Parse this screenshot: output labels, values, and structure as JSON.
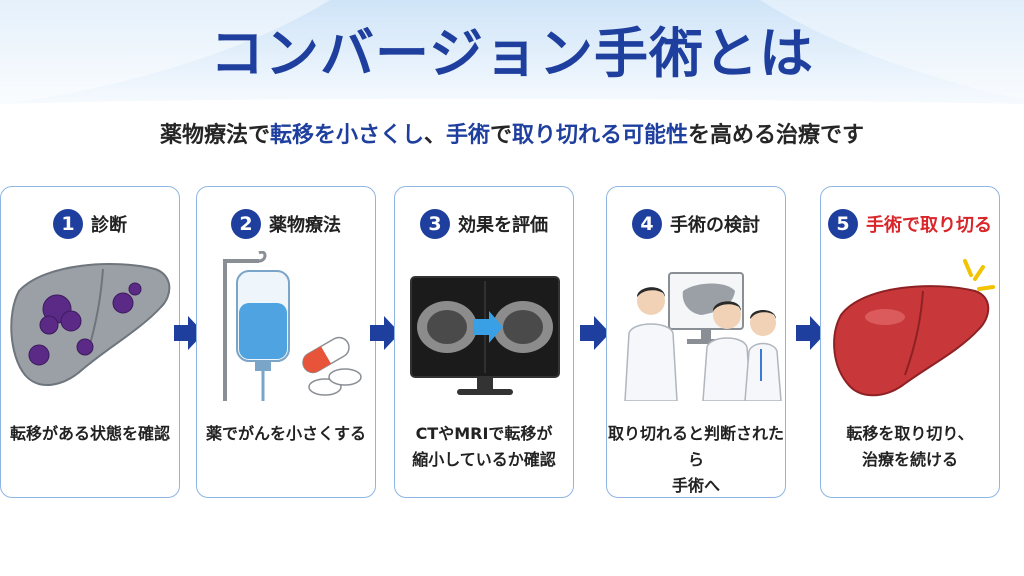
{
  "title": "コンバージョン手術とは",
  "subtitle": [
    {
      "text": "薬物療法で",
      "highlight": false
    },
    {
      "text": "転移を小さくし",
      "highlight": true
    },
    {
      "text": "、",
      "highlight": false
    },
    {
      "text": "手術",
      "highlight": true
    },
    {
      "text": "で",
      "highlight": false
    },
    {
      "text": "取り切れる可能性",
      "highlight": true
    },
    {
      "text": "を高める治療です",
      "highlight": false
    }
  ],
  "steps": [
    {
      "number": "1",
      "title": "診断",
      "desc_lines": [
        "転移がある状態を確認"
      ],
      "icon": "liver-with-tumors-icon"
    },
    {
      "number": "2",
      "title": "薬物療法",
      "desc_lines": [
        "薬でがんを小さくする"
      ],
      "icon": "iv-drip-and-pills-icon"
    },
    {
      "number": "3",
      "title": "効果を評価",
      "desc_lines": [
        "CTやMRIで転移が",
        "縮小しているか確認"
      ],
      "icon": "ct-scan-monitor-icon"
    },
    {
      "number": "4",
      "title": "手術の検討",
      "desc_lines": [
        "取り切れると判断されたら",
        "手術へ"
      ],
      "icon": "doctors-reviewing-scan-icon"
    },
    {
      "number": "5",
      "title": "手術で取り切る",
      "desc_lines": [
        "転移を取り切り、",
        "治療を続ける"
      ],
      "icon": "healthy-liver-icon"
    }
  ],
  "colors": {
    "primary": "#1f3f9e",
    "accent": "#d8262b",
    "card_border": "#8fb6e3"
  }
}
